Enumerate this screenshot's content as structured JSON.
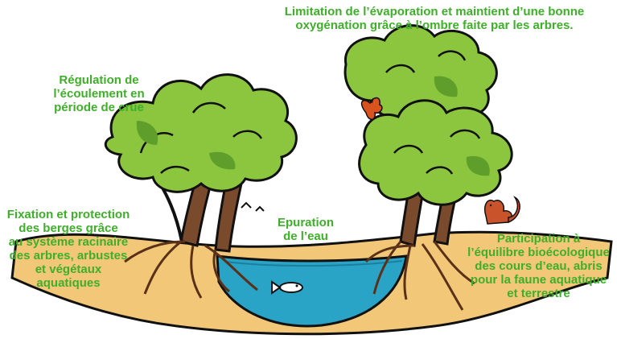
{
  "colors": {
    "label": "#3fae2a",
    "sand": "#f2c878",
    "water": "#29a3c6",
    "foliage_light": "#8cc63f",
    "foliage_dark": "#5f9e2b",
    "trunk": "#7a4a2c",
    "outline": "#111111",
    "butterfly": "#d9531e",
    "squirrel": "#c9532a"
  },
  "labels": {
    "evaporation": "Limitation de l’évaporation et maintient d’une bonne\noxygénation grâce à l’ombre faite par les arbres.",
    "flow": "Régulation de\nl’écoulement en\npériode de crue",
    "banks": "Fixation et protection\ndes berges grâce\nau système racinaire\ndes arbres, arbustes\net végétaux\naquatiques",
    "purification": "Epuration\nde l’eau",
    "ecology": "Participation à\nl’équilibre bioécologique\ndes cours d’eau, abris\npour la faune aquatique\net terrestre"
  },
  "icons": [
    "tree-left-illustration",
    "tree-right-illustration",
    "butterfly-icon",
    "squirrel-icon",
    "fish-icon",
    "bird-icon",
    "river-water",
    "sandy-bank"
  ]
}
